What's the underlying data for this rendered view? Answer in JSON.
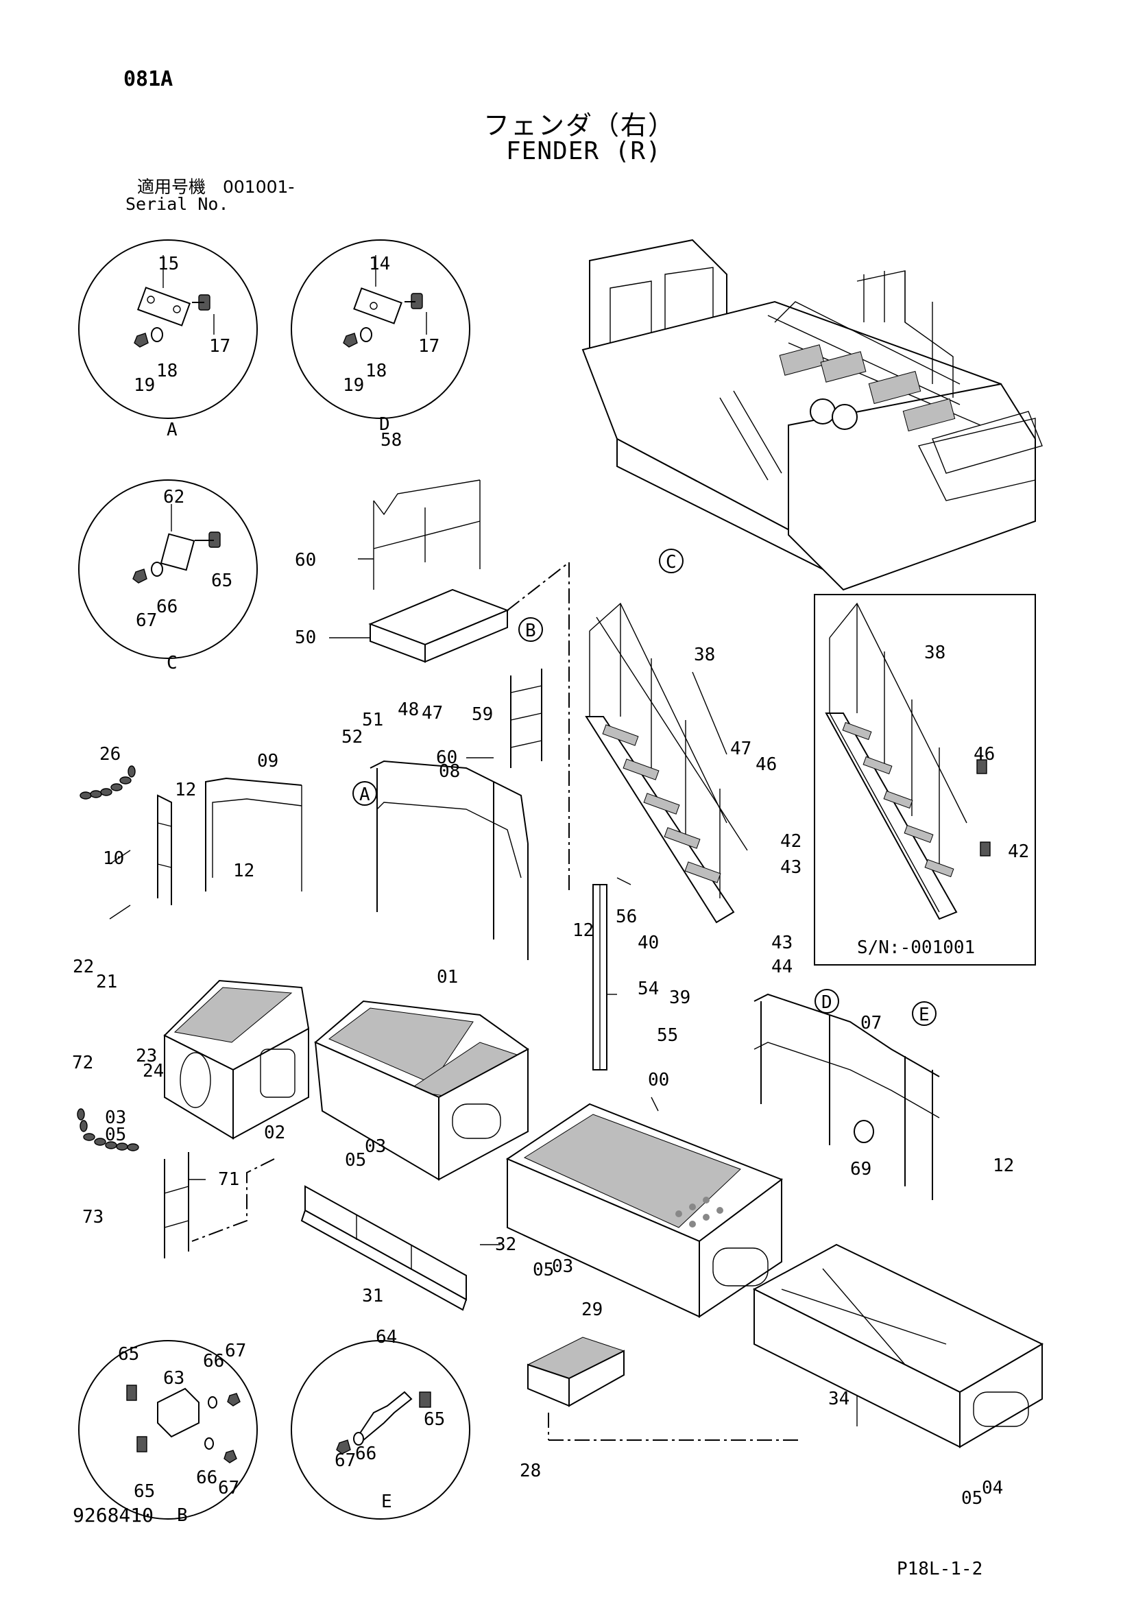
{
  "header": {
    "page_code": "081A",
    "title_jp": "フェンダ（右）",
    "title_en": "FENDER (R)",
    "serial_label_jp": "適用号機　001001-",
    "serial_label_en": "Serial No."
  },
  "footer": {
    "drawing_number": "9268410",
    "page_ref": "P18L-1-2"
  },
  "callouts": [
    "15",
    "17",
    "18",
    "19",
    "A",
    "14",
    "17",
    "18",
    "19",
    "D",
    "62",
    "65",
    "66",
    "67",
    "C",
    "58",
    "60",
    "50",
    "52",
    "51",
    "48",
    "47",
    "59",
    "60",
    "B",
    "C",
    "38",
    "47",
    "46",
    "42",
    "43",
    "38",
    "46",
    "42",
    "S/N:-001001",
    "26",
    "10",
    "12",
    "09",
    "A",
    "08",
    "12",
    "22",
    "21",
    "56",
    "40",
    "43",
    "44",
    "39",
    "54",
    "12",
    "55",
    "23",
    "24",
    "01",
    "72",
    "03",
    "05",
    "02",
    "05",
    "03",
    "00",
    "D",
    "07",
    "E",
    "69",
    "12",
    "71",
    "73",
    "31",
    "32",
    "05",
    "03",
    "29",
    "28",
    "34",
    "05",
    "04",
    "65",
    "63",
    "66",
    "67",
    "65",
    "66",
    "67",
    "B",
    "64",
    "65",
    "67",
    "66",
    "E"
  ]
}
